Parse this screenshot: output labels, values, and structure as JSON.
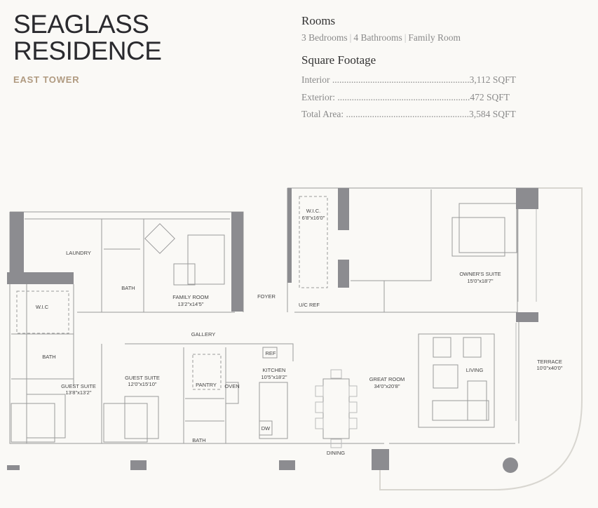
{
  "header": {
    "title_line1": "SEAGLASS",
    "title_line2": "RESIDENCE",
    "subtitle": "EAST TOWER"
  },
  "rooms_info": {
    "heading": "Rooms",
    "bedrooms": "3 Bedrooms",
    "bathrooms": "4 Bathrooms",
    "extra": "Family Room",
    "separator": "|"
  },
  "square_footage": {
    "heading": "Square Footage",
    "rows": [
      {
        "label": "Interior",
        "leader": " ..........................................................",
        "value": "3,112 SQFT"
      },
      {
        "label": "Exterior:",
        "leader": " ........................................................",
        "value": "472 SQFT"
      },
      {
        "label": "Total Area:",
        "leader": " ....................................................",
        "value": "3,584 SQFT"
      }
    ]
  },
  "floor_plan": {
    "colors": {
      "wall": "#8c8c90",
      "line": "#9a9a9a",
      "bg": "#faf9f6"
    },
    "rooms": [
      {
        "name": "LAUNDRY",
        "dims": ""
      },
      {
        "name": "BATH",
        "dims": ""
      },
      {
        "name": "FAMILY ROOM",
        "dims": "13'2\"x14'5\""
      },
      {
        "name": "FOYER",
        "dims": ""
      },
      {
        "name": "W.I.C.",
        "dims": "6'8\"x16'0\""
      },
      {
        "name": "U/C REF",
        "dims": ""
      },
      {
        "name": "OWNER'S SUITE",
        "dims": "15'0\"x18'7\""
      },
      {
        "name": "W.I.C",
        "dims": ""
      },
      {
        "name": "BATH",
        "dims": ""
      },
      {
        "name": "GUEST SUITE",
        "dims": "13'8\"x13'2\""
      },
      {
        "name": "GALLERY",
        "dims": ""
      },
      {
        "name": "GUEST SUITE",
        "dims": "12'0\"x15'10\""
      },
      {
        "name": "PANTRY",
        "dims": ""
      },
      {
        "name": "OVEN",
        "dims": ""
      },
      {
        "name": "REF",
        "dims": ""
      },
      {
        "name": "BATH",
        "dims": ""
      },
      {
        "name": "KITCHEN",
        "dims": "10'5\"x18'2\""
      },
      {
        "name": "DW",
        "dims": ""
      },
      {
        "name": "GREAT ROOM",
        "dims": "34'0\"x20'8\""
      },
      {
        "name": "LIVING",
        "dims": ""
      },
      {
        "name": "DINING",
        "dims": ""
      },
      {
        "name": "TERRACE",
        "dims": "10'0\"x40'0\""
      }
    ]
  }
}
